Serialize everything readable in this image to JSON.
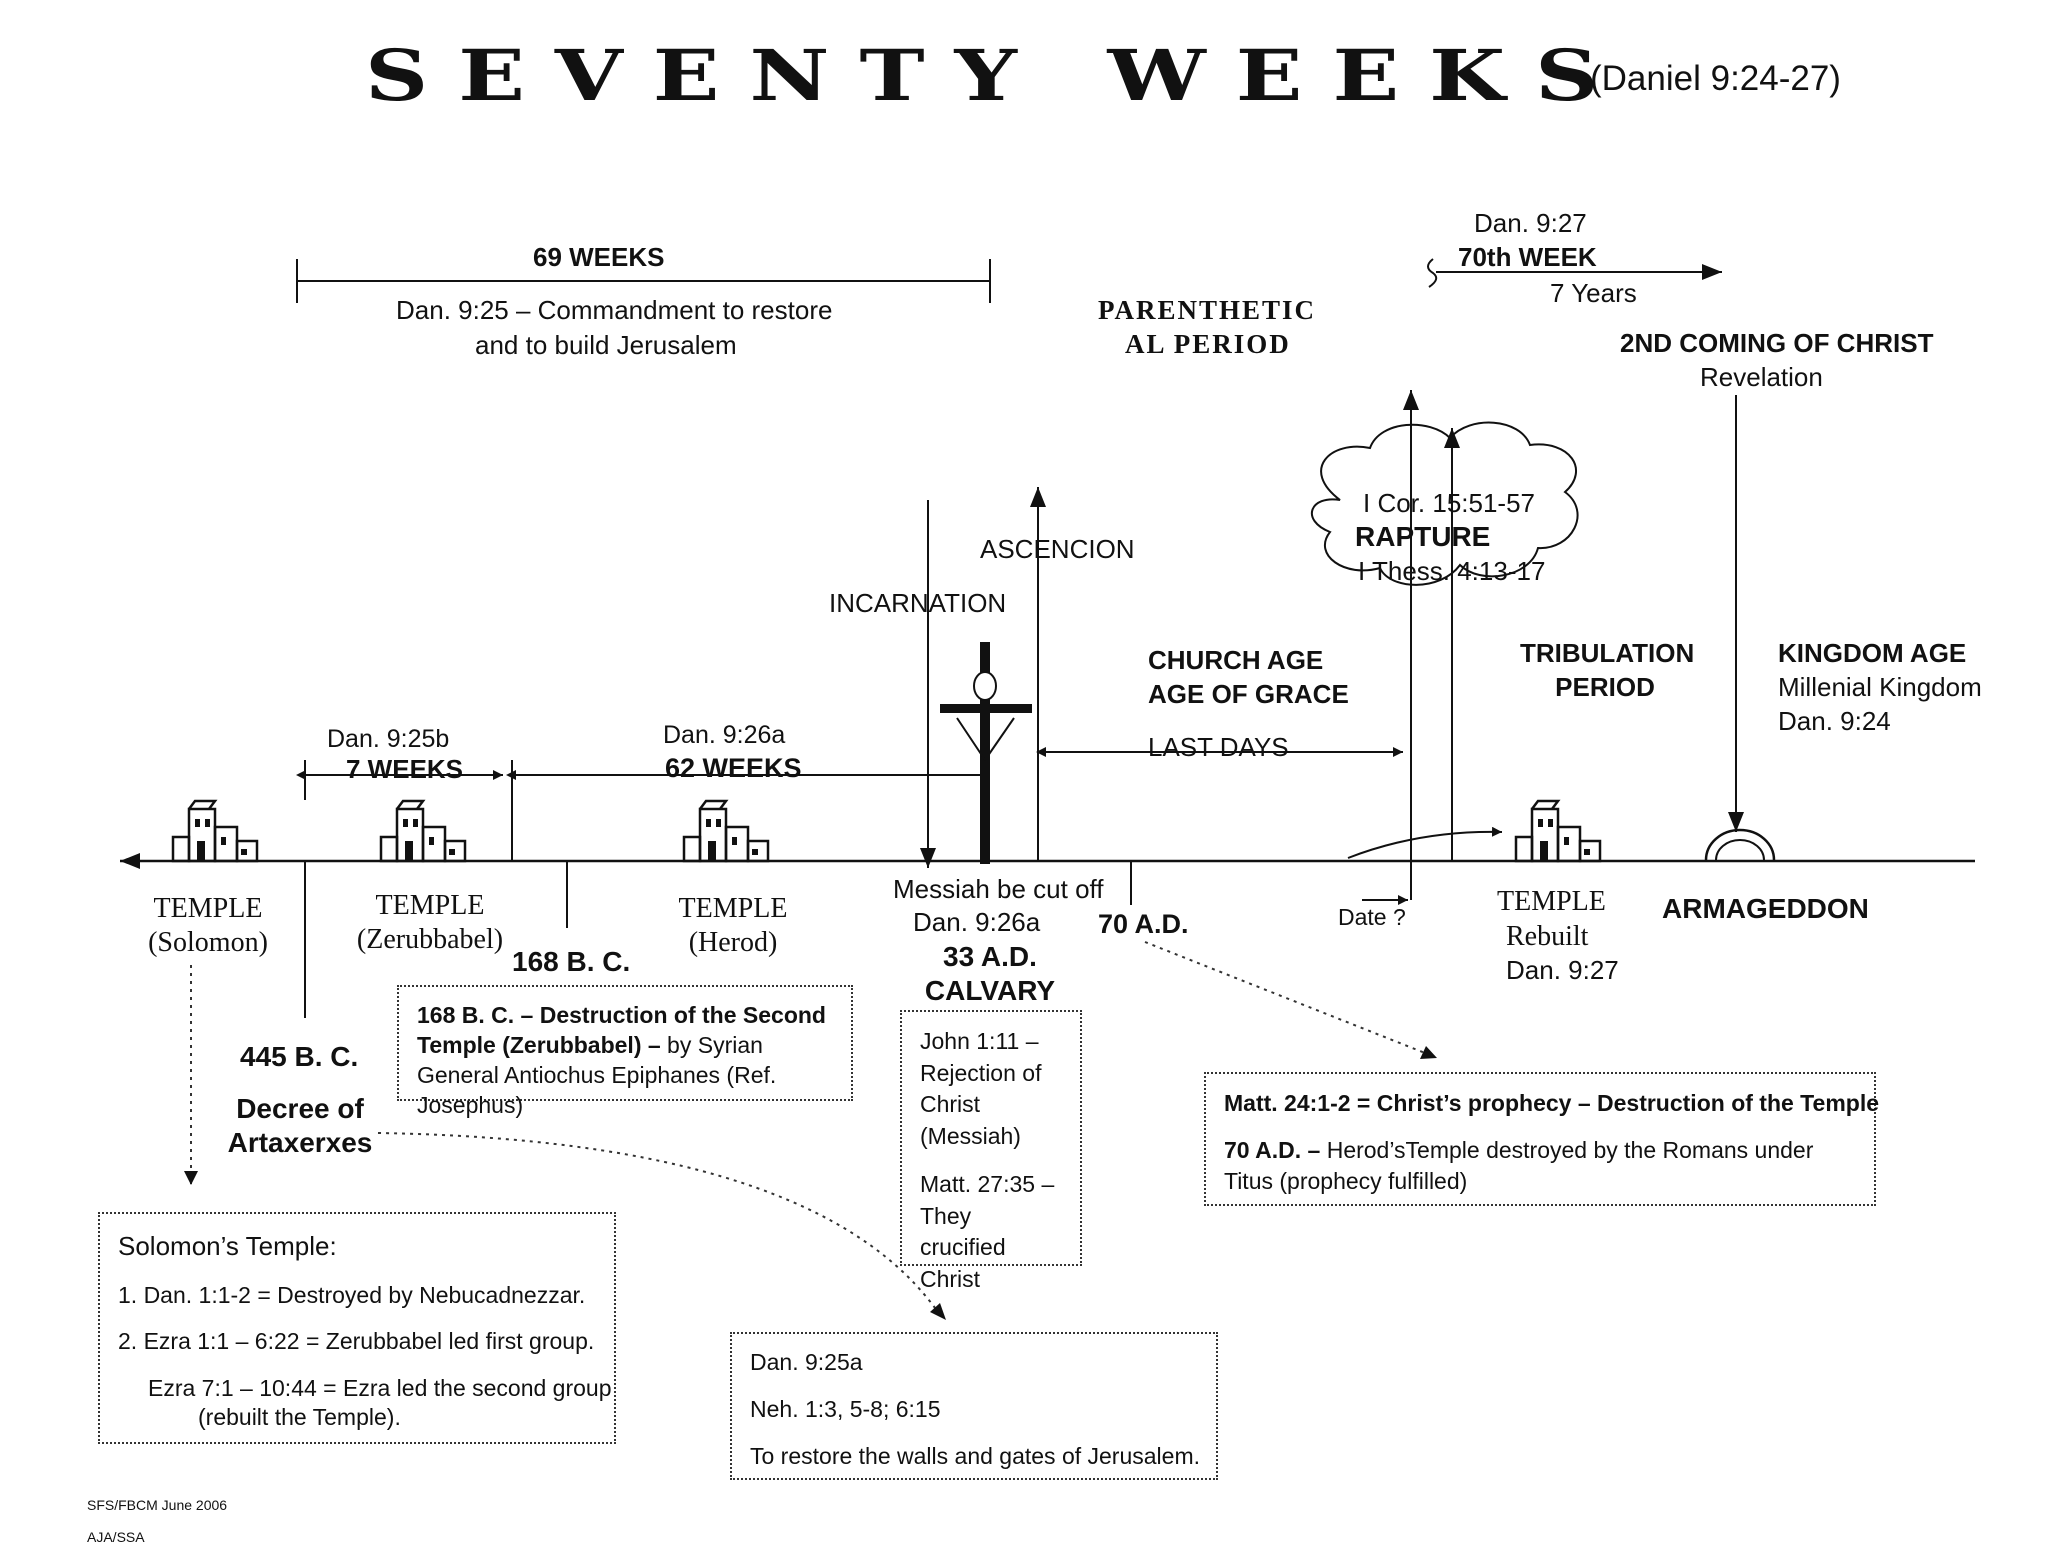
{
  "header": {
    "title": "SEVENTY WEEKS",
    "reference": "(Daniel 9:24-27)"
  },
  "top": {
    "weeks69": {
      "label": "69 WEEKS",
      "desc1": "Dan. 9:25 – Commandment to restore",
      "desc2": "and to build Jerusalem"
    },
    "parenthetical": {
      "line1": "PARENTHETIC",
      "line2": "AL PERIOD"
    },
    "week70": {
      "ref": "Dan. 9:27",
      "label": "70th WEEK",
      "years": "7 Years"
    },
    "second_coming": {
      "label": "2ND COMING OF CHRIST",
      "sub": "Revelation"
    }
  },
  "rapture": {
    "ref1": "I Cor. 15:51-57",
    "label": "RAPTURE",
    "ref2": "I Thess. 4:13-17"
  },
  "events": {
    "ascension": "ASCENCION",
    "incarnation": "INCARNATION",
    "church": {
      "line1": "CHURCH AGE",
      "line2": "AGE OF GRACE",
      "line3": "LAST DAYS"
    },
    "tribulation": {
      "line1": "TRIBULATION",
      "line2": "PERIOD"
    },
    "kingdom": {
      "line1": "KINGDOM AGE",
      "line2": "Millenial Kingdom",
      "line3": "Dan. 9:24"
    }
  },
  "segments": {
    "seven": {
      "ref": "Dan. 9:25b",
      "label": "7 WEEKS"
    },
    "sixtytwo": {
      "ref": "Dan. 9:26a",
      "label": "62 WEEKS"
    }
  },
  "timeline": {
    "solomon": {
      "line1": "TEMPLE",
      "line2": "(Solomon)"
    },
    "zerubbabel": {
      "line1": "TEMPLE",
      "line2": "(Zerubbabel)"
    },
    "herod": {
      "line1": "TEMPLE",
      "line2": "(Herod)"
    },
    "bc168": "168 B. C.",
    "bc445": "445 B. C.",
    "decree": {
      "line1": "Decree of",
      "line2": "Artaxerxes"
    },
    "messiah": {
      "line1": "Messiah be cut off",
      "line2": "Dan. 9:26a"
    },
    "ad33": {
      "line1": "33 A.D.",
      "line2": "CALVARY"
    },
    "ad70": "70 A.D.",
    "date": "Date ?",
    "rebuilt": {
      "line1": "TEMPLE",
      "line2": "Rebuilt",
      "line3": "Dan. 9:27"
    },
    "armageddon": "ARMAGEDDON"
  },
  "boxes": {
    "b168": {
      "bold": "168 B. C. – Destruction of the Second Temple (Zerubbabel) –",
      "rest": " by Syrian General Antiochus Epiphanes (Ref. Josephus)"
    },
    "john": {
      "p1": "John 1:11 – Rejection of Christ (Messiah)",
      "p2": "Matt. 27:35 – They crucified Christ"
    },
    "matt": {
      "title": "Matt. 24:1-2 = Christ’s prophecy – Destruction of the Temple",
      "bold": "70 A.D. –",
      "rest": " Herod’sTemple destroyed by the Romans under Titus (prophecy fulfilled)"
    },
    "solomon": {
      "title": "Solomon’s Temple:",
      "item1": "1.  Dan. 1:1-2 = Destroyed by Nebucadnezzar.",
      "item2": "2.  Ezra 1:1 – 6:22 = Zerubbabel led first group.",
      "item3a": "Ezra 7:1 – 10:44 = Ezra led the second group",
      "item3b": "(rebuilt the Temple)."
    },
    "neh": {
      "p1": "Dan. 9:25a",
      "p2": "Neh. 1:3, 5-8; 6:15",
      "p3": "To restore the walls and gates of Jerusalem."
    }
  },
  "footer": {
    "line1": "SFS/FBCM   June 2006",
    "line2": "AJA/SSA"
  }
}
